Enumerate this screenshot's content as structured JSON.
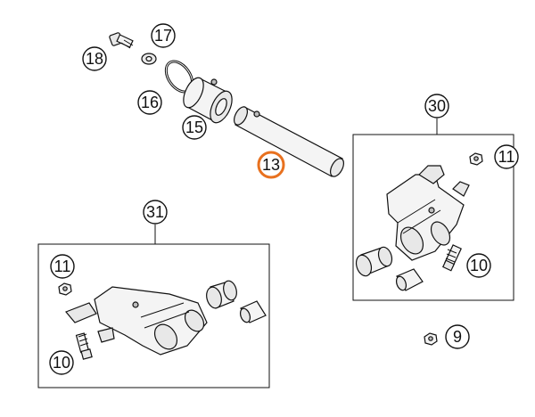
{
  "accent_color": "#e8711f",
  "callouts": {
    "c18": "18",
    "c17": "17",
    "c16": "16",
    "c15": "15",
    "c13": "13",
    "c30": "30",
    "c11a": "11",
    "c10a": "10",
    "c31": "31",
    "c11b": "11",
    "c10b": "10",
    "c9": "9"
  },
  "highlighted_callout": "13"
}
